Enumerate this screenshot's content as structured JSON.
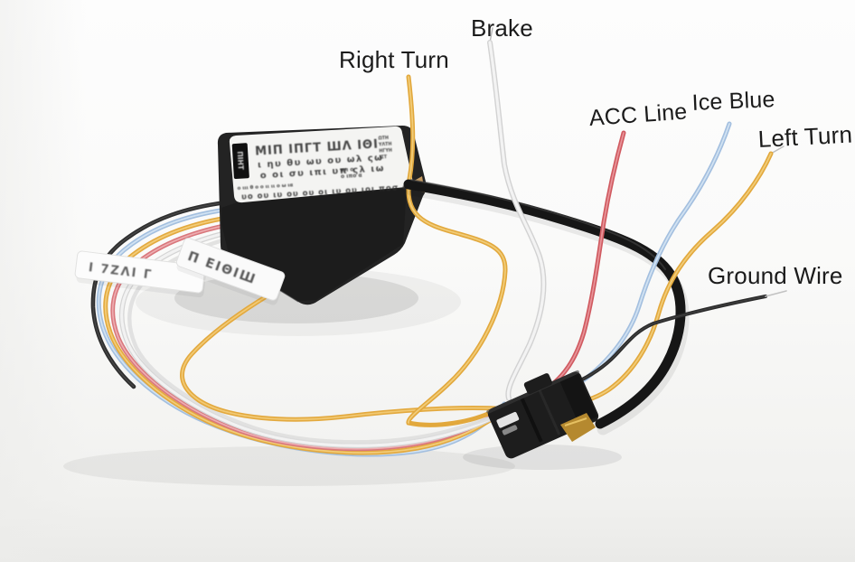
{
  "scene": {
    "description": "Product photo: LED daytime-running-light controller module with labeled wiring harness on white background",
    "background_top": "#fdfdfd",
    "background_bottom": "#eaeae8",
    "label_text_color": "#1b1b1b"
  },
  "wire_labels": {
    "brake": "Brake",
    "right_turn": "Right Turn",
    "acc_line": "ACC Line",
    "ice_blue": "Ice Blue",
    "left_turn": "Left Turn",
    "ground_wire": "Ground Wire"
  },
  "wires": {
    "brake": {
      "color": "#ededed"
    },
    "right_turn": {
      "color": "#e2a83c"
    },
    "acc_line": {
      "color": "#d05a60"
    },
    "ice_blue": {
      "color": "#a3bfdf"
    },
    "left_turn": {
      "color": "#e2a83c"
    },
    "ground": {
      "color": "#2b2b2b"
    },
    "main_cable": {
      "color": "#161616"
    },
    "loop_bundle": [
      "#2e2e2e",
      "#a3bfdf",
      "#e3a93e",
      "#d9777c",
      "#ececec",
      "#e3a93e"
    ]
  },
  "module": {
    "body_color": "#232323",
    "label_background": "#f4f4f2",
    "print_legible": false,
    "print_row_1": "ΜΙΠ ΙΠΓΤ ШΛ ΙΘΙ",
    "print_row_2": "ι ηυ θυ ωυ   ου ωλ ςω",
    "print_row_3": "ο οι συ ιπι   υπ ςλ ιω",
    "print_row_4": "ο ιιι θ ο ο   ιι ιι ο ω ια",
    "print_row_5": "υο ου ιυ ου ου οι   ιυ ου ιοι ποσ οπ",
    "print_side_1": "ΩΤΗ",
    "print_side_2": "ΥΛΤΗ",
    "print_side_3": "ΗΓΥΗ",
    "print_side_4": "ΙΣΤ",
    "print_mid_1": "ил ο",
    "print_mid_2": "ο ιπο α",
    "logo_glyphs": "ΠΙΗΤ"
  },
  "connector": {
    "housing_color": "#1d1d1d",
    "pin_color": "#b5892f"
  },
  "tags": {
    "legible": false,
    "tag_left": "Ι 7ΖΛΙ Γ",
    "tag_right": "Π ΕΙΘΙШ"
  }
}
